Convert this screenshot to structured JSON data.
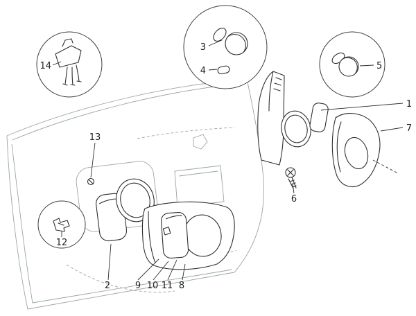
{
  "colors": {
    "background": "#ffffff",
    "part_line": "#2e2e2e",
    "panel_line": "#9aa3a8",
    "label_text": "#1f1f1f"
  },
  "labels": {
    "l1": "1",
    "l2": "2",
    "l3": "3",
    "l4": "4",
    "l5": "5",
    "l6": "6",
    "l7": "7",
    "l8": "8",
    "l9": "9",
    "l10": "10",
    "l11": "11",
    "l12": "12",
    "l13": "13",
    "l14": "14"
  }
}
